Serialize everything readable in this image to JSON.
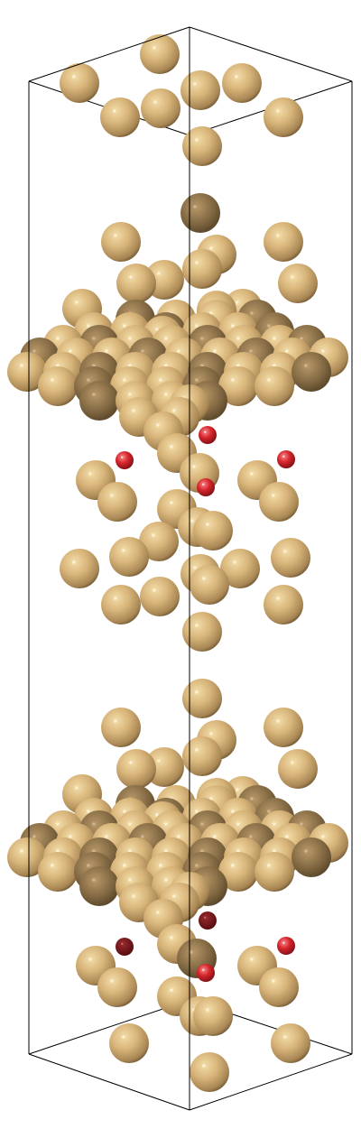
{
  "scene": {
    "kind": "atomic-structure-render",
    "background_color": "#ffffff",
    "cell_edge_color": "#000000",
    "colors": {
      "metal_light": "#e3c186",
      "metal_mid": "#c9a468",
      "metal_dark": "#5e4a2a",
      "oxygen_light": "#f0505a",
      "oxygen_mid": "#cf1f25",
      "oxygen_dark": "#6a0c10"
    },
    "atom_species": [
      {
        "symbol": "metal",
        "color": "#c9a468"
      },
      {
        "symbol": "O",
        "color": "#cf1f25"
      }
    ]
  }
}
